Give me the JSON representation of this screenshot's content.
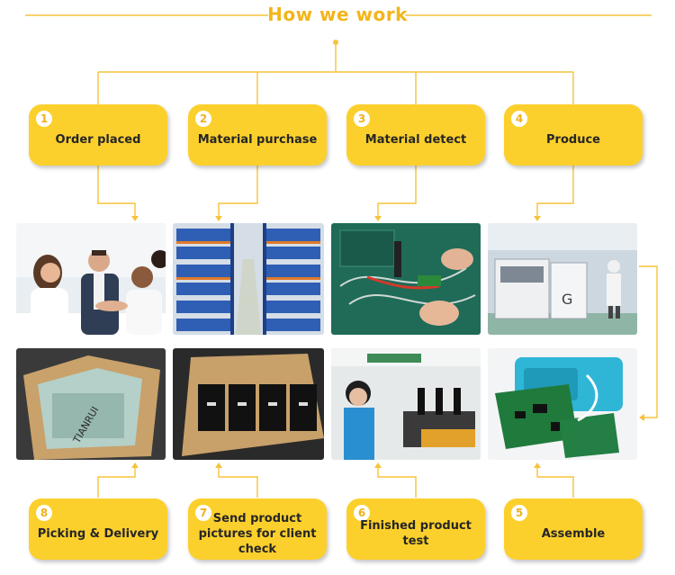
{
  "title": "How we work",
  "colors": {
    "accent": "#f3b51b",
    "box": "#fcd02c",
    "line": "#f6c33a"
  },
  "steps": [
    {
      "num": "1",
      "label": "Order placed"
    },
    {
      "num": "2",
      "label": "Material purchase"
    },
    {
      "num": "3",
      "label": "Material detect"
    },
    {
      "num": "4",
      "label": "Produce"
    },
    {
      "num": "5",
      "label": "Assemble"
    },
    {
      "num": "6",
      "label": "Finished product test"
    },
    {
      "num": "7",
      "label": "Send product pictures for client check"
    },
    {
      "num": "8",
      "label": "Picking & Delivery"
    }
  ],
  "photos": [
    {
      "name": "business-meeting-photo"
    },
    {
      "name": "warehouse-shelves-photo"
    },
    {
      "name": "pcb-inspection-photo"
    },
    {
      "name": "smt-production-line-photo"
    },
    {
      "name": "shipping-box-photo"
    },
    {
      "name": "packaged-products-photo"
    },
    {
      "name": "testing-station-photo"
    },
    {
      "name": "assembled-board-photo"
    }
  ]
}
